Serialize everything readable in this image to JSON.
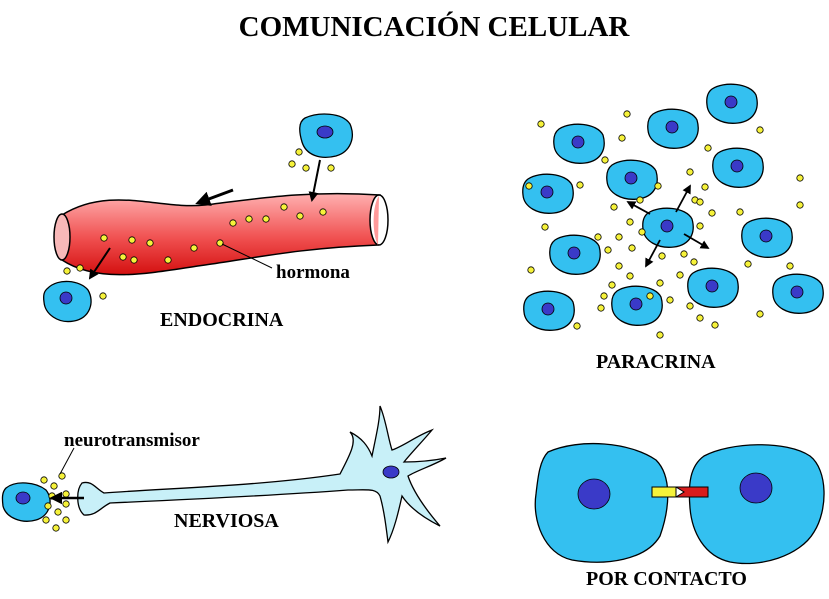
{
  "title": "COMUNICACIÓN CELULAR",
  "panels": {
    "endocrine": {
      "label": "ENDOCRINA",
      "annotation": "hormona"
    },
    "paracrine": {
      "label": "PARACRINA"
    },
    "nervous": {
      "label": "NERVIOSA",
      "annotation": "neurotransmisor"
    },
    "contact": {
      "label": "POR CONTACTO"
    }
  },
  "colors": {
    "cell_fill": "#34c0f0",
    "nucleus": "#3a3ac8",
    "molecule": "#f6f23a",
    "vessel_light": "#ffa0a0",
    "vessel_dark": "#e01818",
    "neuron_fill": "#c8f0f8",
    "ligand": "#f6f23a",
    "receptor": "#d81c1c"
  },
  "icons": [
    "cell-icon",
    "blood-vessel-icon",
    "neuron-icon",
    "arrow-icon"
  ]
}
